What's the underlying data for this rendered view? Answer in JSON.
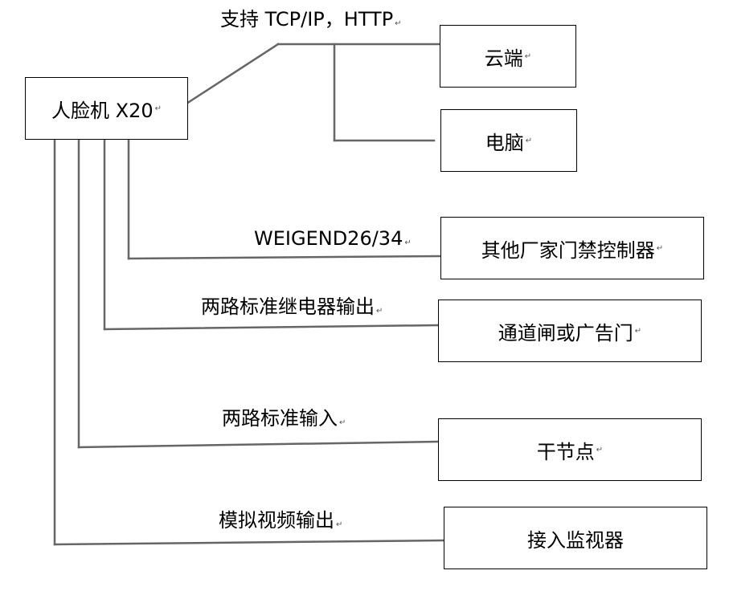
{
  "device": {
    "label": "人脸机 X20"
  },
  "network": {
    "label": "支持 TCP/IP，HTTP",
    "targets": [
      {
        "id": "cloud",
        "label": "云端"
      },
      {
        "id": "pc",
        "label": "电脑"
      }
    ]
  },
  "interfaces": [
    {
      "id": "wiegand",
      "connection": "WEIGEND26/34",
      "target": "其他厂家门禁控制器"
    },
    {
      "id": "relay",
      "connection": "两路标准继电器输出",
      "target": "通道闸或广告门"
    },
    {
      "id": "input",
      "connection": "两路标准输入",
      "target": "干节点"
    },
    {
      "id": "video",
      "connection": "模拟视频输出",
      "target": "接入监视器"
    }
  ],
  "paragraph_mark": "↵",
  "colors": {
    "line": "#666666",
    "border": "#000000",
    "text": "#000000"
  }
}
